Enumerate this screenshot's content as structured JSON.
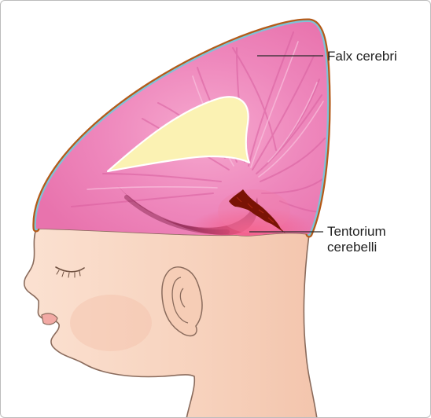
{
  "labels": {
    "falx_cerebri": "Falx cerebri",
    "tentorium_line1": "Tentorium",
    "tentorium_line2": "cerebelli"
  },
  "colors": {
    "skin": "#f8d7c4",
    "skin_outline": "#8a6b5c",
    "falx": "#ee86bb",
    "falx_shadow": "#a2325f",
    "dura_blue": "#7cc3d8",
    "dura_brown": "#b55a18",
    "falx_free_space": "#fbf2b3",
    "tear": "#7a1305",
    "tentorium_glow": "#f46f96",
    "frame_border": "#bcbcbc"
  }
}
